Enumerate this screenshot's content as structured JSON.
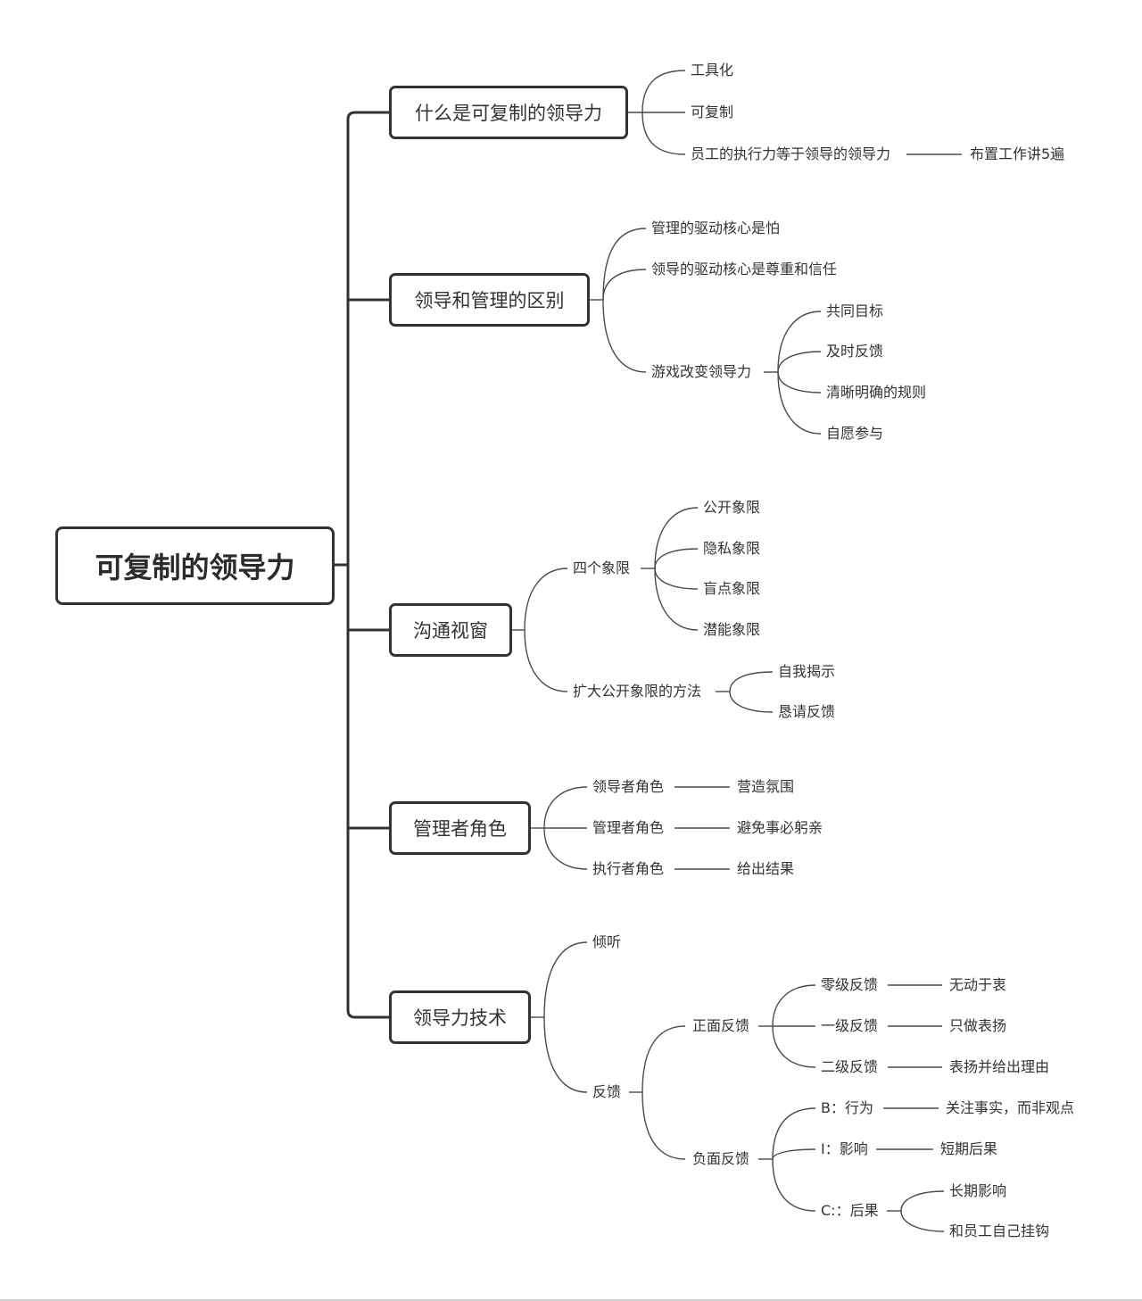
{
  "root": "可复制的领导力",
  "topics": [
    {
      "label": "什么是可复制的领导力",
      "children": [
        "工具化",
        "可复制",
        "员工的执行力等于领导的领导力"
      ],
      "extra": [
        "布置工作讲5遍"
      ]
    },
    {
      "label": "领导和管理的区别",
      "children": [
        "管理的驱动核心是怕",
        "领导的驱动核心是尊重和信任",
        "游戏改变领导力"
      ],
      "game": [
        "共同目标",
        "及时反馈",
        "清晰明确的规则",
        "自愿参与"
      ]
    },
    {
      "label": "沟通视窗",
      "children": [
        "四个象限",
        "扩大公开象限的方法"
      ],
      "quadrants": [
        "公开象限",
        "隐私象限",
        "盲点象限",
        "潜能象限"
      ],
      "methods": [
        "自我揭示",
        "恳请反馈"
      ]
    },
    {
      "label": "管理者角色",
      "roles": [
        {
          "label": "领导者角色",
          "detail": "营造氛围"
        },
        {
          "label": "管理者角色",
          "detail": "避免事必躬亲"
        },
        {
          "label": "执行者角色",
          "detail": "给出结果"
        }
      ]
    },
    {
      "label": "领导力技术",
      "children": [
        "倾听",
        "反馈"
      ],
      "feedback": [
        "正面反馈",
        "负面反馈"
      ],
      "positive": [
        {
          "label": "零级反馈",
          "detail": "无动于衷"
        },
        {
          "label": "一级反馈",
          "detail": "只做表扬"
        },
        {
          "label": "二级反馈",
          "detail": "表扬并给出理由"
        }
      ],
      "negative": [
        {
          "label": "B：行为",
          "detail": "关注事实，而非观点"
        },
        {
          "label": "I：影响",
          "detail": "短期后果"
        },
        {
          "label": "C:：后果"
        }
      ],
      "consequences": [
        "长期影响",
        "和员工自己挂钩"
      ]
    }
  ]
}
